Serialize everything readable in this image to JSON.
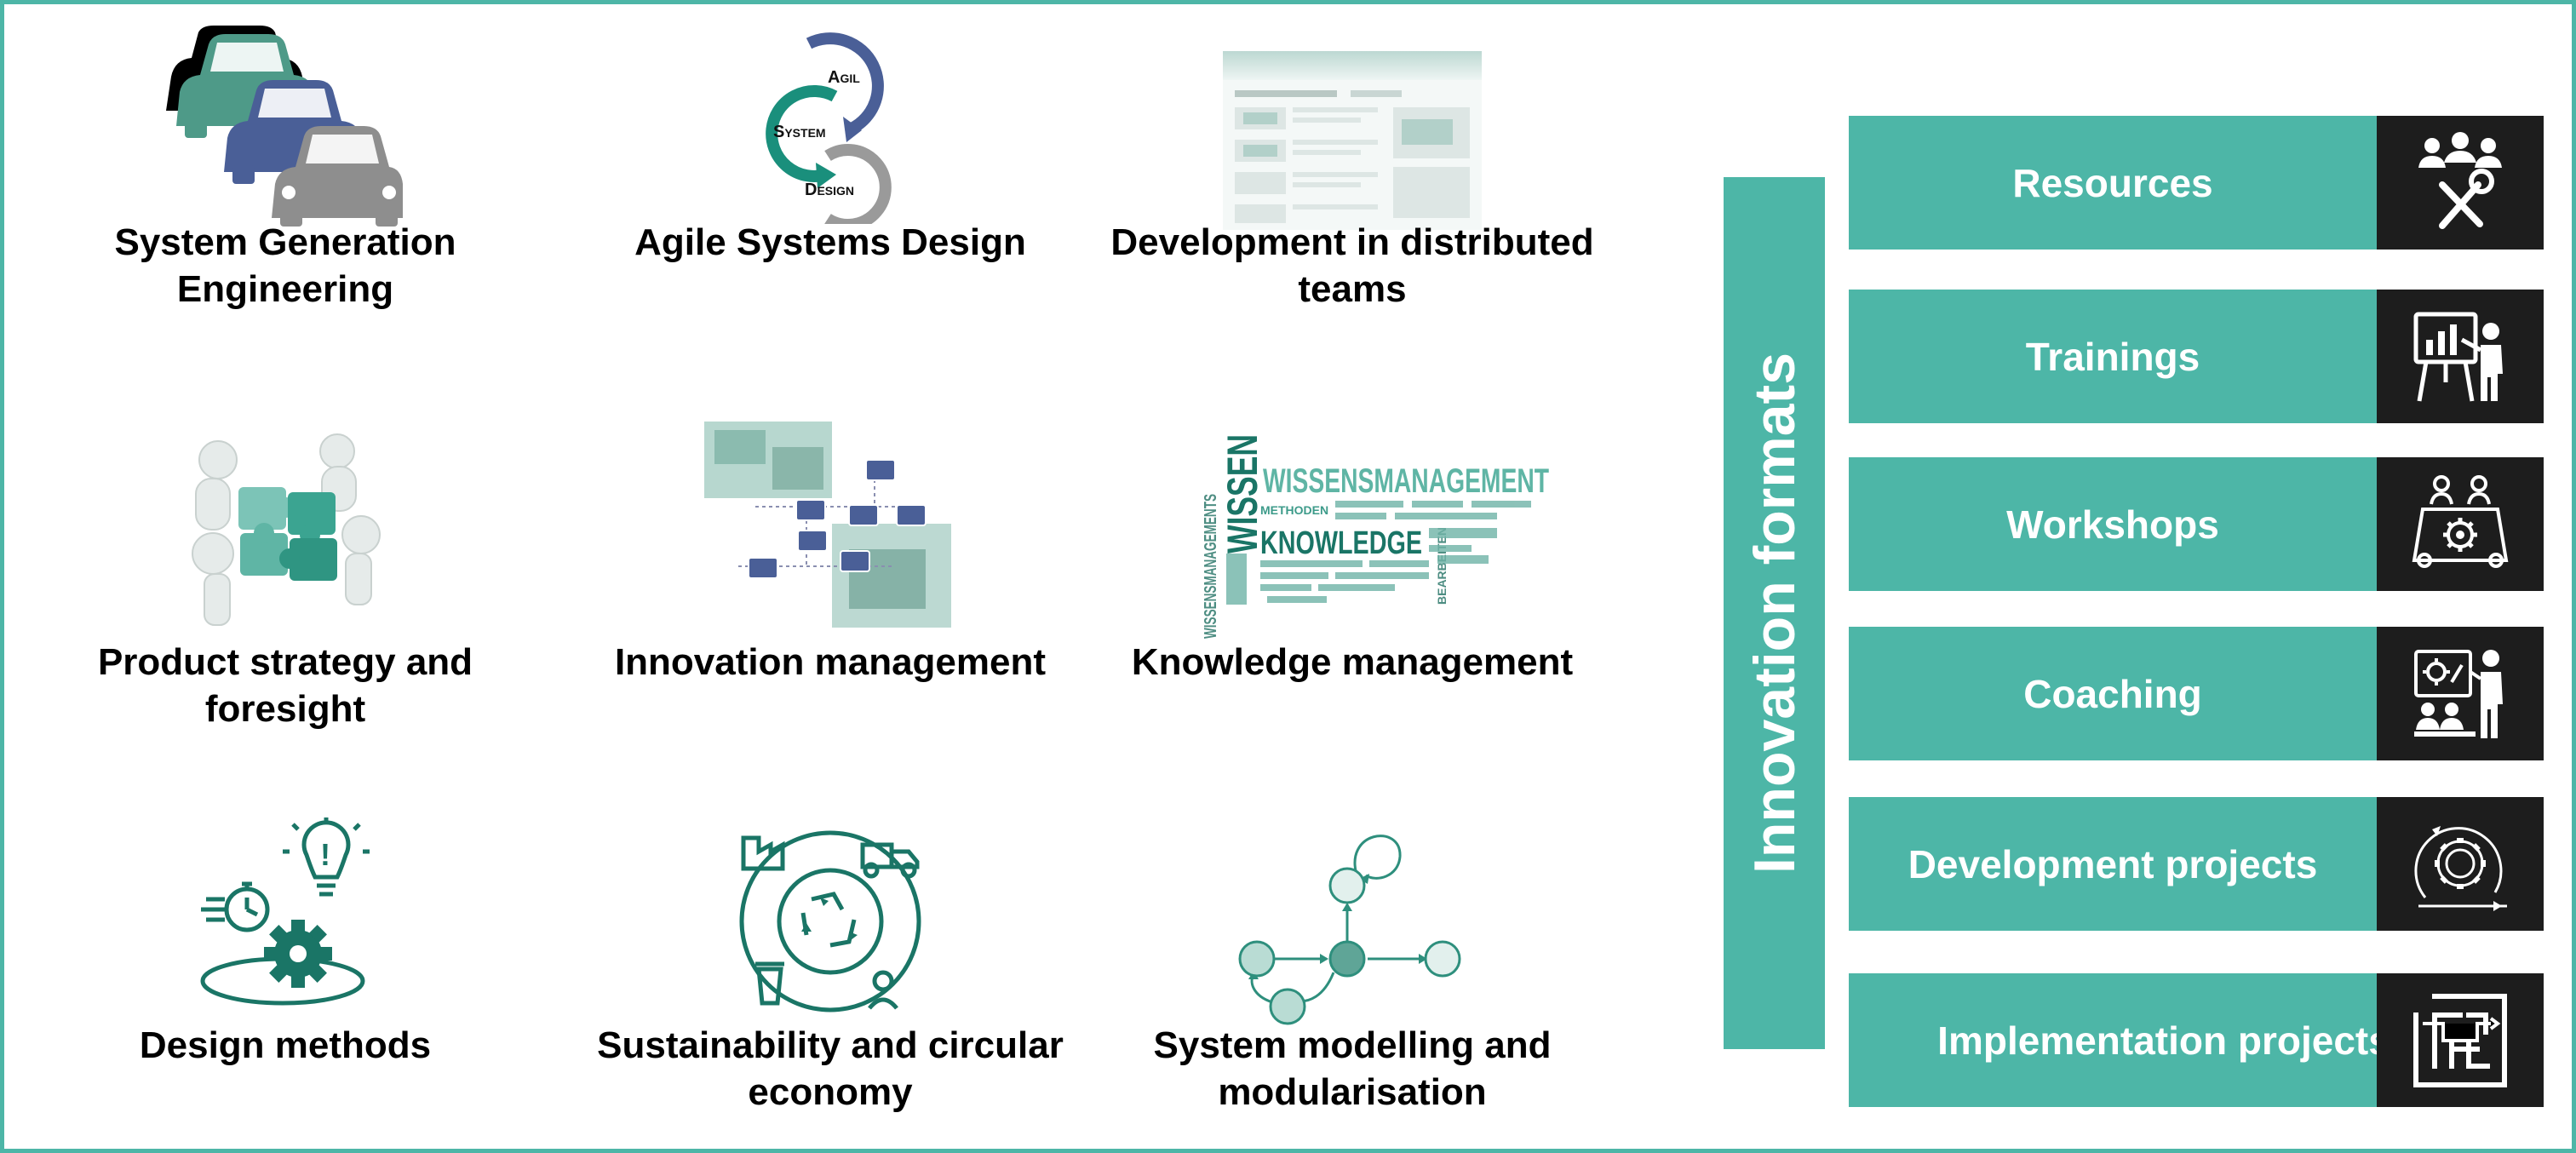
{
  "topics": [
    {
      "id": "sge",
      "label": "System Generation Engineering",
      "icon": "cars-icon"
    },
    {
      "id": "asd",
      "label": "Agile Systems Design",
      "icon": "agile-cycle-icon",
      "cycle": {
        "first_a": "A",
        "rest_a": "GIL",
        "first_b": "S",
        "rest_b": "YSTEM",
        "first_c": "D",
        "rest_c": "ESIGN"
      }
    },
    {
      "id": "ddt",
      "label": "Development in distributed teams",
      "icon": "website-screenshot-image"
    },
    {
      "id": "psf",
      "label": "Product strategy and foresight",
      "icon": "puzzle-figures-image"
    },
    {
      "id": "inm",
      "label": "Innovation management",
      "icon": "network-collage-image"
    },
    {
      "id": "km",
      "label": "Knowledge management",
      "icon": "word-cloud-image",
      "cloud": {
        "big": "WISSENSMANAGEMENT",
        "knowledge": "KNOWLEDGE",
        "wissen": "WISSEN",
        "methoden": "METHODEN",
        "side": "WISSENSMANAGEMENTS",
        "extra": "BEARBEITEN"
      }
    },
    {
      "id": "dm",
      "label": "Design methods",
      "icon": "design-methods-icon"
    },
    {
      "id": "sce",
      "label": "Sustainability and circular economy",
      "icon": "recycle-globe-icon"
    },
    {
      "id": "smm",
      "label": "System modelling and modularisation",
      "icon": "state-graph-icon"
    }
  ],
  "innovation_formats": {
    "title": "Innovation formats",
    "items": [
      {
        "label": "Resources",
        "icon": "people-tools-icon"
      },
      {
        "label": "Trainings",
        "icon": "presenter-board-icon"
      },
      {
        "label": "Workshops",
        "icon": "workshop-table-icon"
      },
      {
        "label": "Coaching",
        "icon": "coach-screen-icon"
      },
      {
        "label": "Development projects",
        "icon": "gear-cycle-icon"
      },
      {
        "label": "Implementation projects",
        "icon": "maze-icon"
      }
    ]
  },
  "colors": {
    "accent": "#4db6a7",
    "dark_teal": "#1a7566",
    "blue": "#4a5f97",
    "grey": "#8e8e8e",
    "icon_bg": "#1d1d1d"
  }
}
